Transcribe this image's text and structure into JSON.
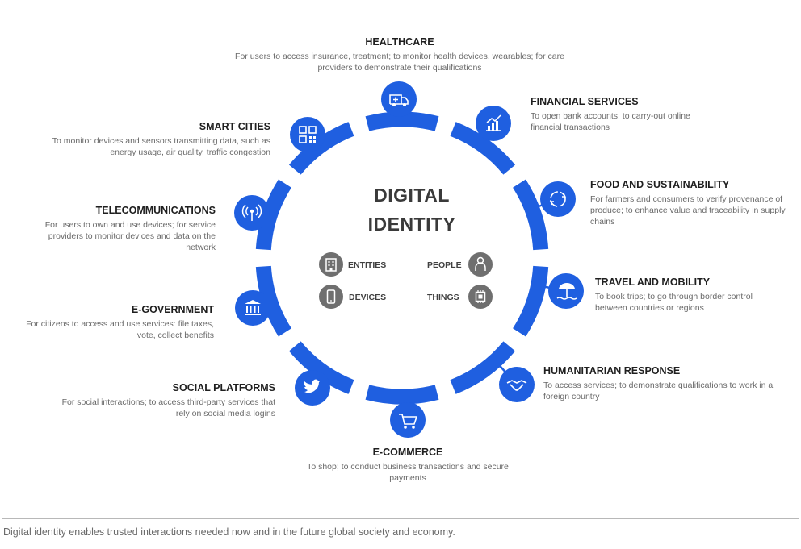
{
  "diagram": {
    "title_line1": "DIGITAL",
    "title_line2": "IDENTITY",
    "accent_color": "#1f5fe0",
    "center_items": [
      {
        "label": "ENTITIES",
        "icon": "building-icon"
      },
      {
        "label": "PEOPLE",
        "icon": "person-icon"
      },
      {
        "label": "DEVICES",
        "icon": "phone-icon"
      },
      {
        "label": "THINGS",
        "icon": "chip-icon"
      }
    ],
    "sectors": [
      {
        "id": "healthcare",
        "title": "HEALTHCARE",
        "icon": "ambulance-icon",
        "desc": "For users to access insurance, treatment; to monitor health devices, wearables; for care providers to demonstrate their qualifications"
      },
      {
        "id": "financial-services",
        "title": "FINANCIAL SERVICES",
        "icon": "bar-chart-icon",
        "desc": "To open bank accounts; to carry-out online financial transactions"
      },
      {
        "id": "food-sustainability",
        "title": "FOOD AND SUSTAINABILITY",
        "icon": "recycle-icon",
        "desc": "For farmers and consumers to verify provenance of produce; to enhance value and traceability in supply chains"
      },
      {
        "id": "travel-mobility",
        "title": "TRAVEL AND MOBILITY",
        "icon": "beach-umbrella-icon",
        "desc": "To book trips; to go through border control between countries or regions"
      },
      {
        "id": "humanitarian-response",
        "title": "HUMANITARIAN RESPONSE",
        "icon": "handshake-icon",
        "desc": "To access services; to demonstrate qualifications to work in a foreign country"
      },
      {
        "id": "e-commerce",
        "title": "E-COMMERCE",
        "icon": "shopping-cart-icon",
        "desc": "To shop; to conduct business transactions and secure payments"
      },
      {
        "id": "social-platforms",
        "title": "SOCIAL PLATFORMS",
        "icon": "bird-icon",
        "desc": "For social interactions; to access third-party services that rely on social media logins"
      },
      {
        "id": "e-government",
        "title": "E-GOVERNMENT",
        "icon": "government-building-icon",
        "desc": "For citizens to access and use services: file taxes, vote, collect benefits"
      },
      {
        "id": "telecommunications",
        "title": "TELECOMMUNICATIONS",
        "icon": "broadcast-icon",
        "desc": "For users to own and use devices; for service providers to monitor devices and data on the network"
      },
      {
        "id": "smart-cities",
        "title": "SMART CITIES",
        "icon": "qr-code-icon",
        "desc": "To monitor devices and sensors transmitting data, such as energy usage, air quality, traffic congestion"
      }
    ]
  },
  "caption": "Digital identity enables trusted interactions needed now and in the future global society and economy."
}
